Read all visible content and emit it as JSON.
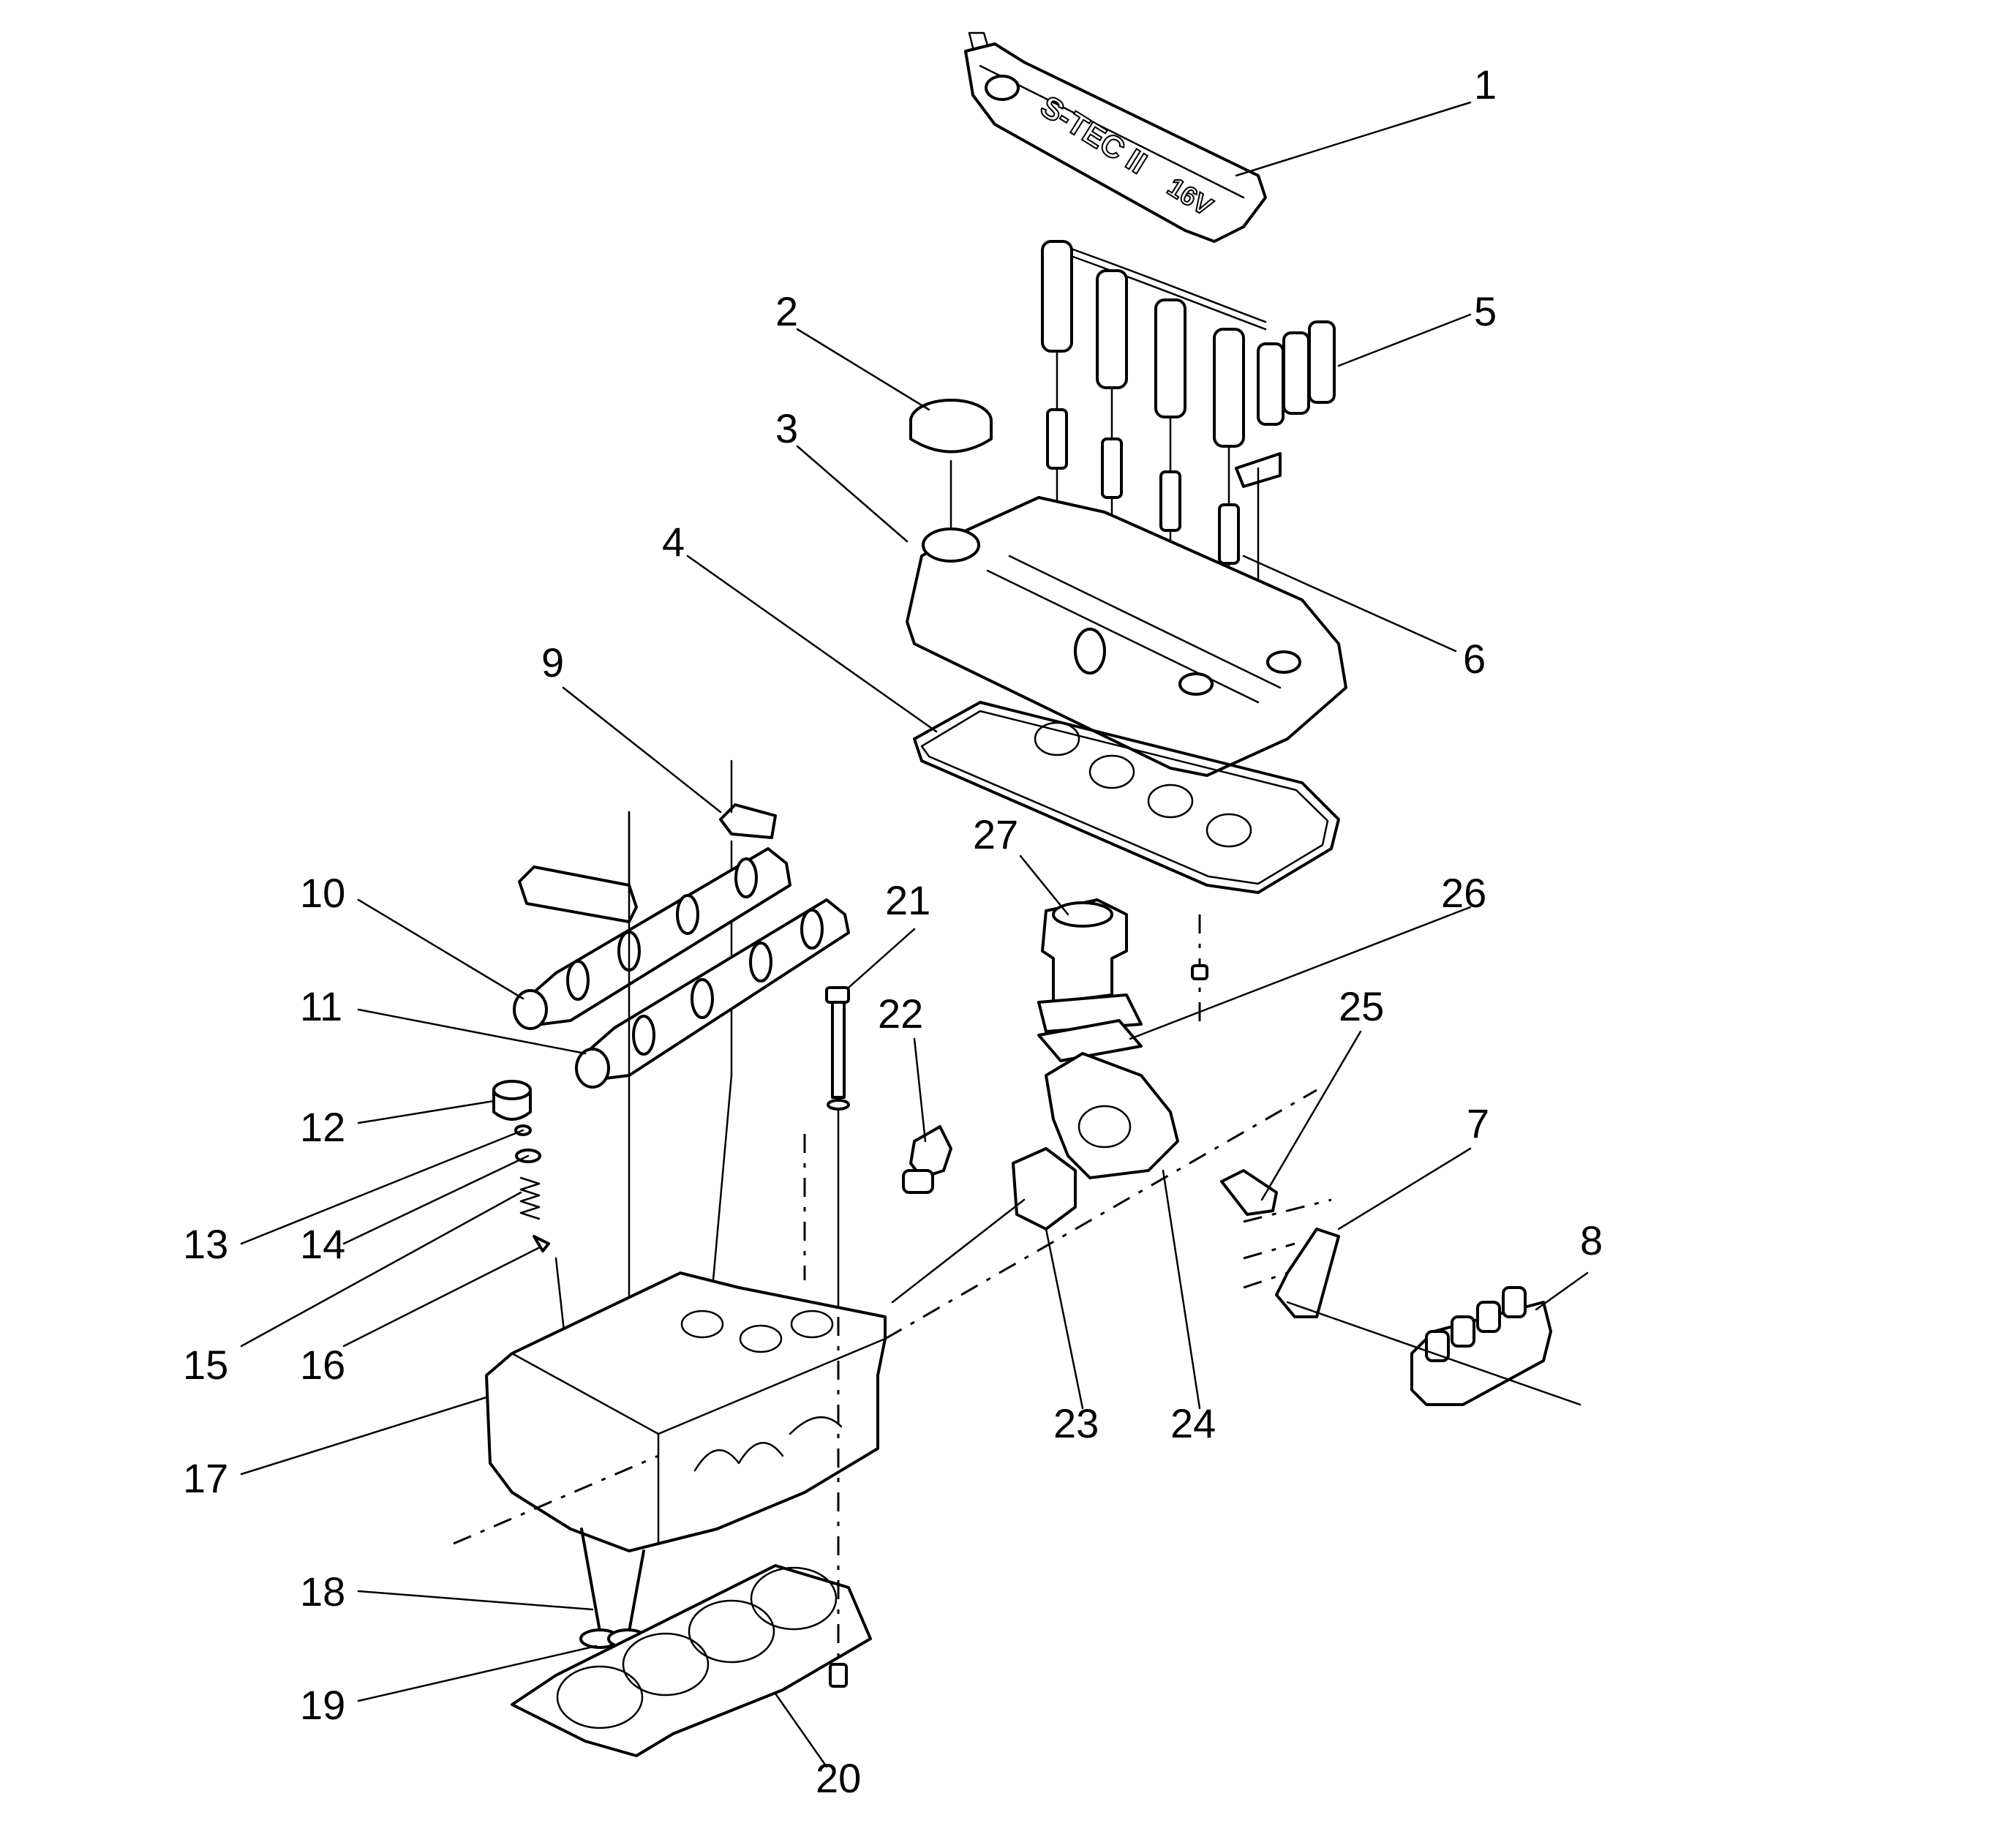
{
  "figure": {
    "description_free": true
  },
  "stamped_text": {
    "cover_logo": "S-TEC II",
    "cover_valves": "16V"
  },
  "callouts": [
    {
      "id": "1",
      "label": "1"
    },
    {
      "id": "2",
      "label": "2"
    },
    {
      "id": "3",
      "label": "3"
    },
    {
      "id": "4",
      "label": "4"
    },
    {
      "id": "5",
      "label": "5"
    },
    {
      "id": "6",
      "label": "6"
    },
    {
      "id": "7",
      "label": "7"
    },
    {
      "id": "8",
      "label": "8"
    },
    {
      "id": "9",
      "label": "9"
    },
    {
      "id": "10",
      "label": "10"
    },
    {
      "id": "11",
      "label": "11"
    },
    {
      "id": "12",
      "label": "12"
    },
    {
      "id": "13",
      "label": "13"
    },
    {
      "id": "14",
      "label": "14"
    },
    {
      "id": "15",
      "label": "15"
    },
    {
      "id": "16",
      "label": "16"
    },
    {
      "id": "17",
      "label": "17"
    },
    {
      "id": "18",
      "label": "18"
    },
    {
      "id": "19",
      "label": "19"
    },
    {
      "id": "20",
      "label": "20"
    },
    {
      "id": "21",
      "label": "21"
    },
    {
      "id": "22",
      "label": "22"
    },
    {
      "id": "23",
      "label": "23"
    },
    {
      "id": "24",
      "label": "24"
    },
    {
      "id": "25",
      "label": "25"
    },
    {
      "id": "26",
      "label": "26"
    },
    {
      "id": "27",
      "label": "27"
    }
  ],
  "colors": {
    "line": "#000000",
    "background": "#ffffff"
  }
}
